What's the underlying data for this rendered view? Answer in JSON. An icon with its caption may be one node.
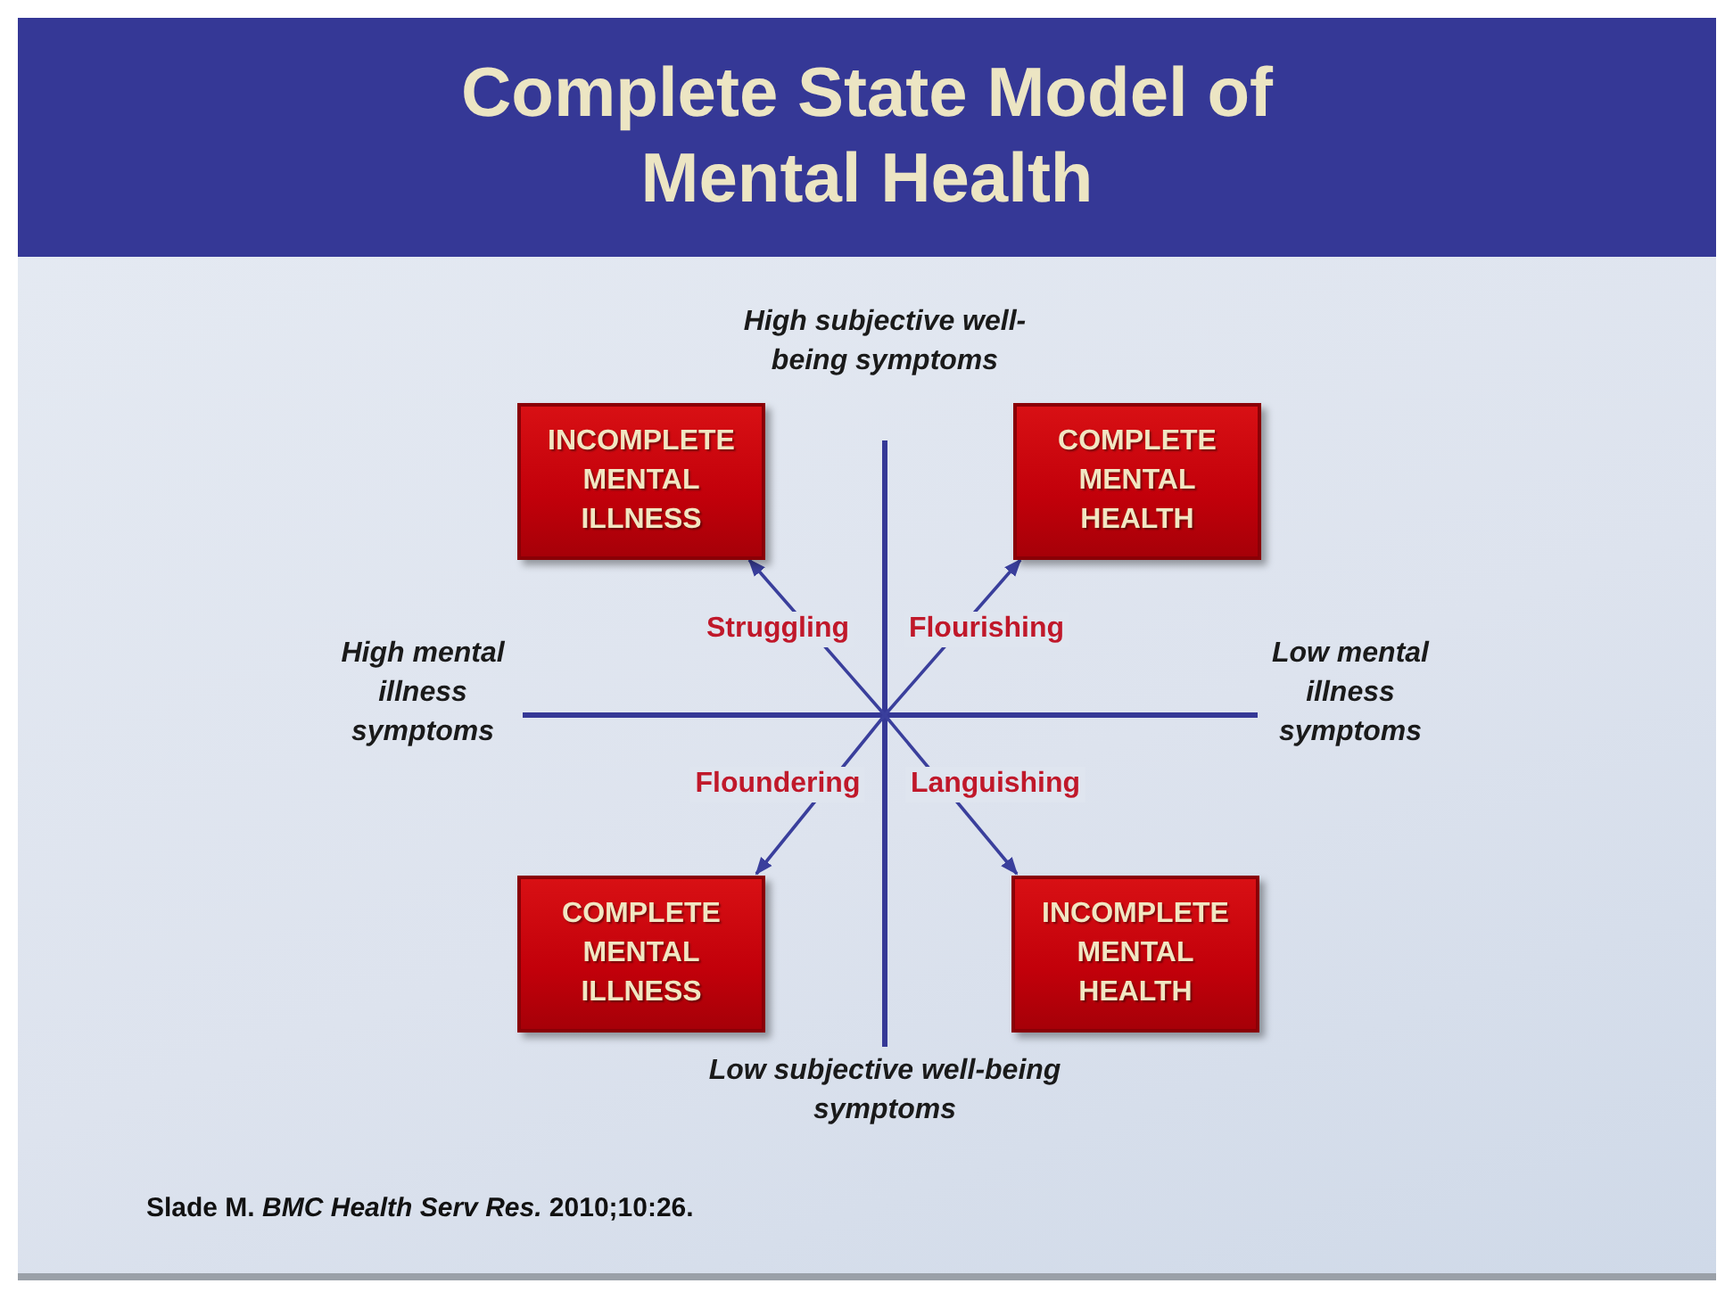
{
  "diagram": {
    "title": "Complete State Model of Mental Health",
    "nodes": [
      {
        "text": [
          "INCOMPLETE MENTAL ILLNESS"
        ]
      },
      {
        "text": [
          "COMPLETE MENTAL HEALTH"
        ]
      },
      {
        "text": [
          "COMPLETE MENTAL ILLNESS"
        ]
      },
      {
        "text": [
          "INCOMPLETE MENTAL HEALTH"
        ]
      }
    ],
    "edges": [
      {
        "from": null,
        "to": 0,
        "arrow": "to",
        "label": "Struggling"
      },
      {
        "from": null,
        "to": 1,
        "arrow": "to",
        "label": "Flourishing"
      },
      {
        "from": null,
        "to": 2,
        "arrow": "to",
        "label": "Floundering"
      },
      {
        "from": null,
        "to": 3,
        "arrow": "to",
        "label": "Languishing"
      }
    ],
    "labels": [
      "High subjective well-being symptoms",
      "High mental illness symptoms",
      "Low mental illness symptoms",
      "Low subjective well-being symptoms",
      "Slade M. *BMC Health Serv Res.* 2010;10:26."
    ]
  }
}
